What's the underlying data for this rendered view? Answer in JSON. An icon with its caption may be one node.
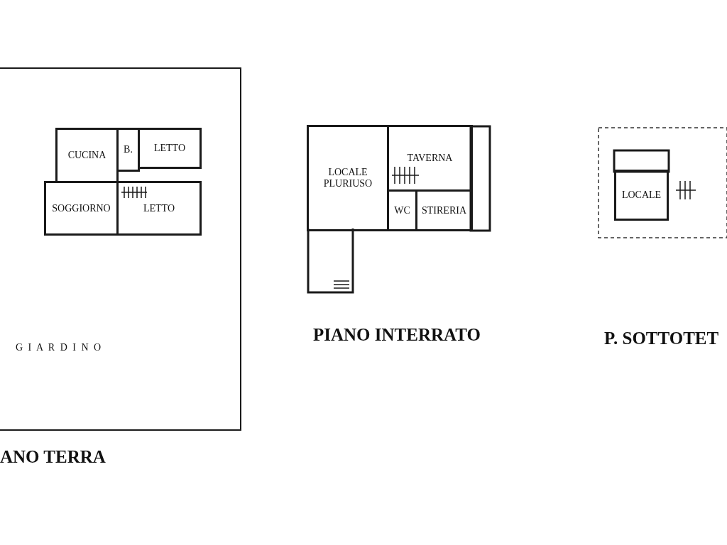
{
  "diagram": {
    "nodes": [
      {
        "text": [
          "G I A R D I N O"
        ]
      },
      {
        "text": [
          "CUCINA"
        ],
        "in": 0
      },
      {
        "text": [
          "B."
        ],
        "in": 0
      },
      {
        "text": [
          "LETTO"
        ],
        "in": 0
      },
      {
        "text": [
          "SOGGIORNO"
        ],
        "in": 0
      },
      {
        "text": [
          "LETTO"
        ],
        "in": 0
      },
      {
        "text": [
          "LOCALE PLURIUSO"
        ]
      },
      {
        "text": [
          "TAVERNA"
        ]
      },
      {
        "text": [
          "WC"
        ]
      },
      {
        "text": [
          "STIRERIA"
        ]
      },
      {
        "text": [
          "LOCALE"
        ]
      }
    ],
    "edges": [],
    "labels": [
      "ANO TERRA",
      "PIANO INTERRATO",
      "P. SOTTOTET"
    ]
  }
}
